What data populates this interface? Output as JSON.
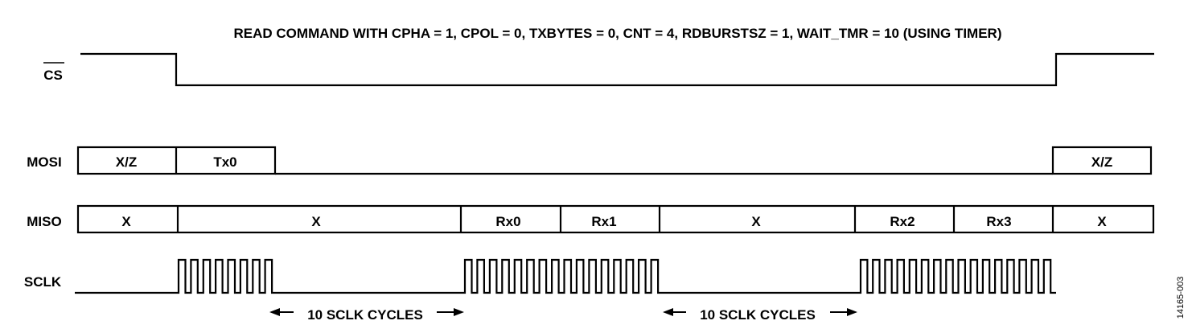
{
  "title": "READ COMMAND WITH CPHA = 1, CPOL = 0, TXBYTES = 0, CNT = 4, RDBURSTSZ = 1, WAIT_TMR = 10 (USING TIMER)",
  "signals": {
    "cs": "CS",
    "mosi": "MOSI",
    "miso": "MISO",
    "sclk": "SCLK"
  },
  "mosi_cells": [
    "X/Z",
    "Tx0",
    "X/Z"
  ],
  "miso_cells": [
    "X",
    "X",
    "Rx0",
    "Rx1",
    "X",
    "Rx2",
    "Rx3",
    "X"
  ],
  "annotations": {
    "wait_1": "10 SCLK CYCLES",
    "wait_2": "10 SCLK CYCLES"
  },
  "figure_id": "14165-003",
  "clock_bursts_pulses": [
    8,
    16,
    16
  ]
}
